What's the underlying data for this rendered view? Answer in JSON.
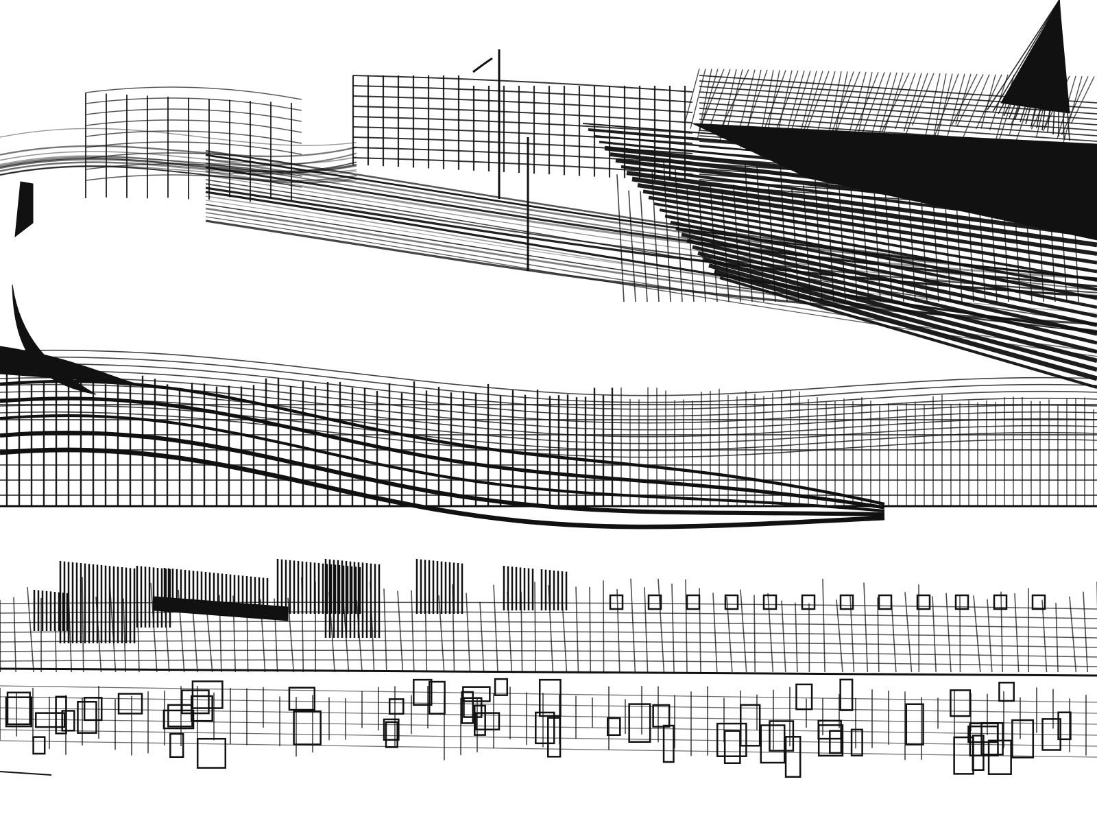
{
  "artwork": {
    "background": "#ffffff",
    "ink": "#111111",
    "bands": [
      "upper-skyline",
      "middle-wave-fence",
      "lower-block-grid"
    ]
  }
}
